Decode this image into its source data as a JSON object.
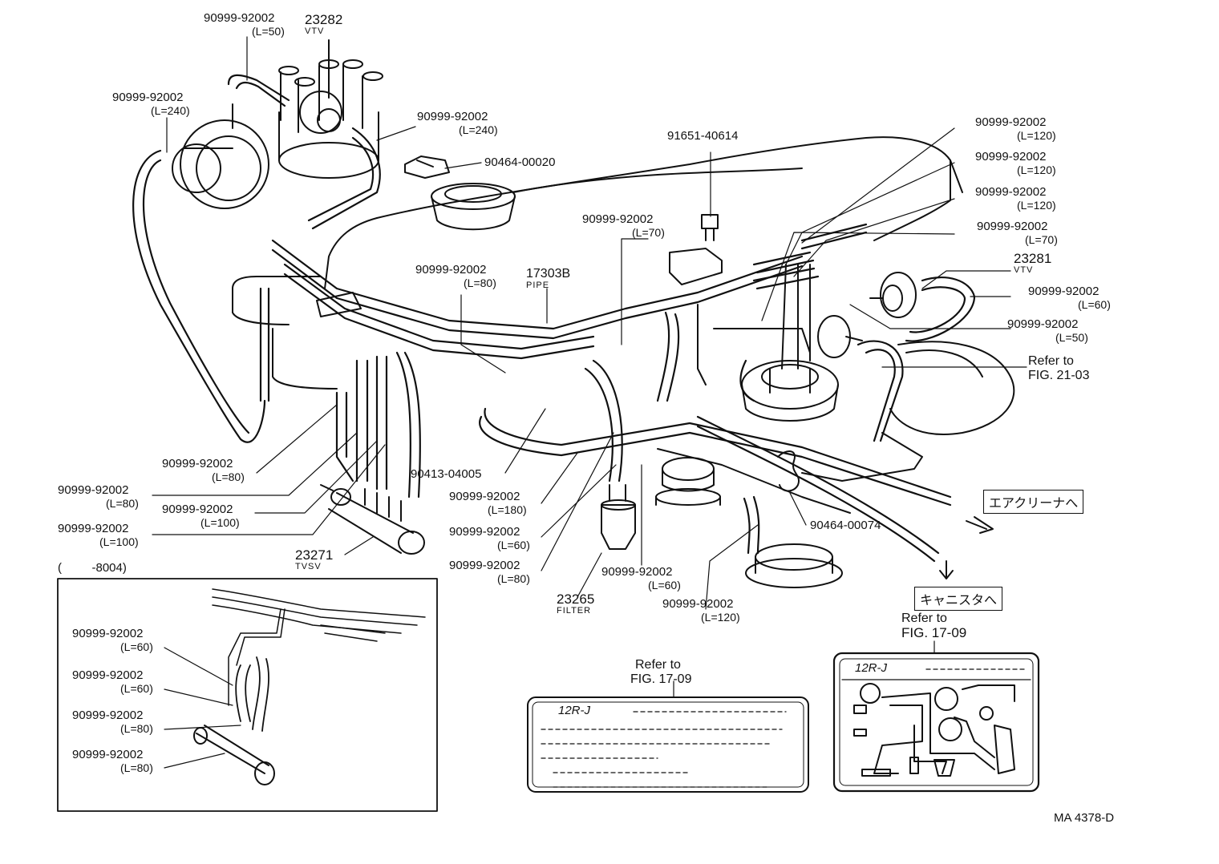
{
  "labels": {
    "p1": {
      "pn": "90999-92002",
      "len": "(L=50)"
    },
    "p2": {
      "pn": "23282",
      "name": "VTV"
    },
    "p3": {
      "pn": "90999-92002",
      "len": "(L=240)"
    },
    "p4": {
      "pn": "90999-92002",
      "len": "(L=240)"
    },
    "p5": {
      "pn": "90464-00020"
    },
    "p6": {
      "pn": "91651-40614"
    },
    "p7": {
      "pn": "90999-92002",
      "len": "(L=120)"
    },
    "p8": {
      "pn": "90999-92002",
      "len": "(L=120)"
    },
    "p9": {
      "pn": "90999-92002",
      "len": "(L=120)"
    },
    "p10": {
      "pn": "90999-92002",
      "len": "(L=70)"
    },
    "p11": {
      "pn": "23281",
      "name": "VTV"
    },
    "p12": {
      "pn": "90999-92002",
      "len": "(L=60)"
    },
    "p13": {
      "pn": "90999-92002",
      "len": "(L=50)"
    },
    "p14": {
      "line1": "Refer to",
      "line2": "FIG. 21-03"
    },
    "p15": {
      "pn": "90999-92002",
      "len": "(L=70)"
    },
    "p16": {
      "pn": "90999-92002",
      "len": "(L=80)"
    },
    "p17": {
      "pn": "17303B",
      "name": "PIPE"
    },
    "p18": {
      "pn": "90999-92002",
      "len": "(L=80)"
    },
    "p19": {
      "pn": "90999-92002",
      "len": "(L=80)"
    },
    "p20": {
      "pn": "90999-92002",
      "len": "(L=100)"
    },
    "p21": {
      "pn": "90999-92002",
      "len": "(L=100)"
    },
    "p22": {
      "pn": "23271",
      "name": "TVSV"
    },
    "p23": {
      "pn": "90413-04005"
    },
    "p24": {
      "pn": "90999-92002",
      "len": "(L=180)"
    },
    "p25": {
      "pn": "90999-92002",
      "len": "(L=60)"
    },
    "p26": {
      "pn": "90999-92002",
      "len": "(L=80)"
    },
    "p27": {
      "pn": "23265",
      "name": "FILTER"
    },
    "p28": {
      "pn": "90999-92002",
      "len": "(L=60)"
    },
    "p29": {
      "pn": "90999-92002",
      "len": "(L=120)"
    },
    "p30": {
      "pn": "90464-00074"
    },
    "jp1": "エアクリーナへ",
    "jp2": "キャニスタへ",
    "ref_canister_1": "Refer to",
    "ref_canister_2": "FIG. 17-09",
    "ref_plate_1": "Refer to",
    "ref_plate_2": "FIG. 17-09",
    "plate_title_1": "12R-J",
    "plate_title_2": "12R-J",
    "inset_title": "(         -8004)",
    "inset1": {
      "pn": "90999-92002",
      "len": "(L=60)"
    },
    "inset2": {
      "pn": "90999-92002",
      "len": "(L=60)"
    },
    "inset3": {
      "pn": "90999-92002",
      "len": "(L=80)"
    },
    "inset4": {
      "pn": "90999-92002",
      "len": "(L=80)"
    },
    "figure_code": "MA 4378-D"
  }
}
